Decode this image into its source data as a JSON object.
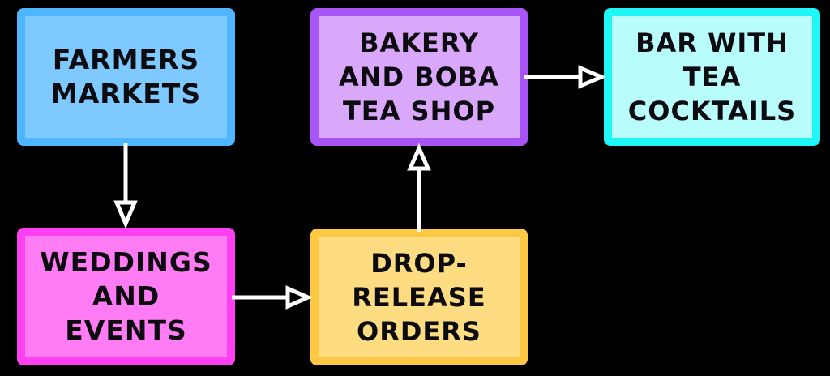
{
  "diagram": {
    "background": "#000000",
    "nodes": [
      {
        "id": "farmers",
        "lines": [
          "FARMERS",
          "MARKETS"
        ],
        "border_color": "#4db6ff",
        "fill_color": "#7ec9ff"
      },
      {
        "id": "bakery",
        "lines": [
          "BAKERY",
          "AND BOBA",
          "TEA SHOP"
        ],
        "border_color": "#a855f7",
        "fill_color": "#d9a8fb"
      },
      {
        "id": "bar",
        "lines": [
          "BAR WITH",
          "TEA",
          "COCKTAILS"
        ],
        "border_color": "#1ff6f6",
        "fill_color": "#b9fcfc"
      },
      {
        "id": "weddings",
        "lines": [
          "WEDDINGS",
          "AND",
          "EVENTS"
        ],
        "border_color": "#ff3ff2",
        "fill_color": "#ff7cf5"
      },
      {
        "id": "drop",
        "lines": [
          "DROP-",
          "RELEASE",
          "ORDERS"
        ],
        "border_color": "#fdc944",
        "fill_color": "#fddc82"
      }
    ],
    "edges": [
      {
        "from": "farmers",
        "to": "weddings"
      },
      {
        "from": "weddings",
        "to": "drop"
      },
      {
        "from": "drop",
        "to": "bakery"
      },
      {
        "from": "bakery",
        "to": "bar"
      }
    ],
    "arrow_color": "#ffffff"
  }
}
